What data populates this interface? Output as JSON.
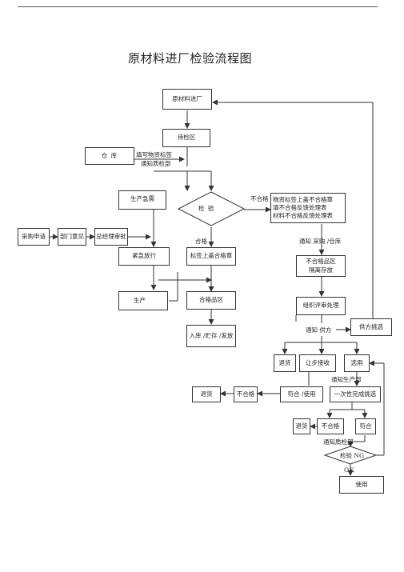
{
  "title": "原材料进厂检验流程图",
  "nodes": {
    "raw_material_entry": "原材料进厂",
    "inspection_area": "待检区",
    "warehouse": "仓  库",
    "warehouse_note_1": "填写物资标签",
    "warehouse_note_2": "通知质检部",
    "urgent_production": "生产急需",
    "inspect_decision": "检    验",
    "nonconforming": "不合格",
    "nc_forms_1": "物资标签上盖不合格章",
    "nc_forms_2": "填不合格反馈处理表",
    "nc_forms_3": "材料不合格反馈处理表",
    "purchase_request": "采购申请",
    "dept_opinion": "部门意见",
    "manager_approval": "总经理审批",
    "emergency_release": "紧急放行",
    "qualified": "合格",
    "qualified_stamp": "标签上盖合格章",
    "notify_purchase_warehouse": "通知    采购 /仓库",
    "nc_area_1": "不合格品区",
    "nc_area_2": "隔离存放",
    "production": "生产",
    "qualified_area": "合格品区",
    "review_process": "组织评审处理",
    "store_issue": "入库 /贮存 /发放",
    "notify_supplier": "通知    供方",
    "supplier_select": "供方挑选",
    "return_goods": "退货",
    "concession": "让步接收",
    "sorting": "选用",
    "notify_production": "通知生产部",
    "one_time_select": "一次性完成挑选",
    "return_goods_2": "退货",
    "nonconform_2": "不合格",
    "conform_use": "符合  /使用",
    "return_goods_3": "退货",
    "nonconform_3": "不合格",
    "conform_3": "符合",
    "notify_qc": "通知质检部",
    "inspect_ng": "检验 NG",
    "ok": "OK",
    "use": "使用"
  },
  "colors": {
    "line": "#333333",
    "text": "#222222",
    "background": "#ffffff"
  }
}
